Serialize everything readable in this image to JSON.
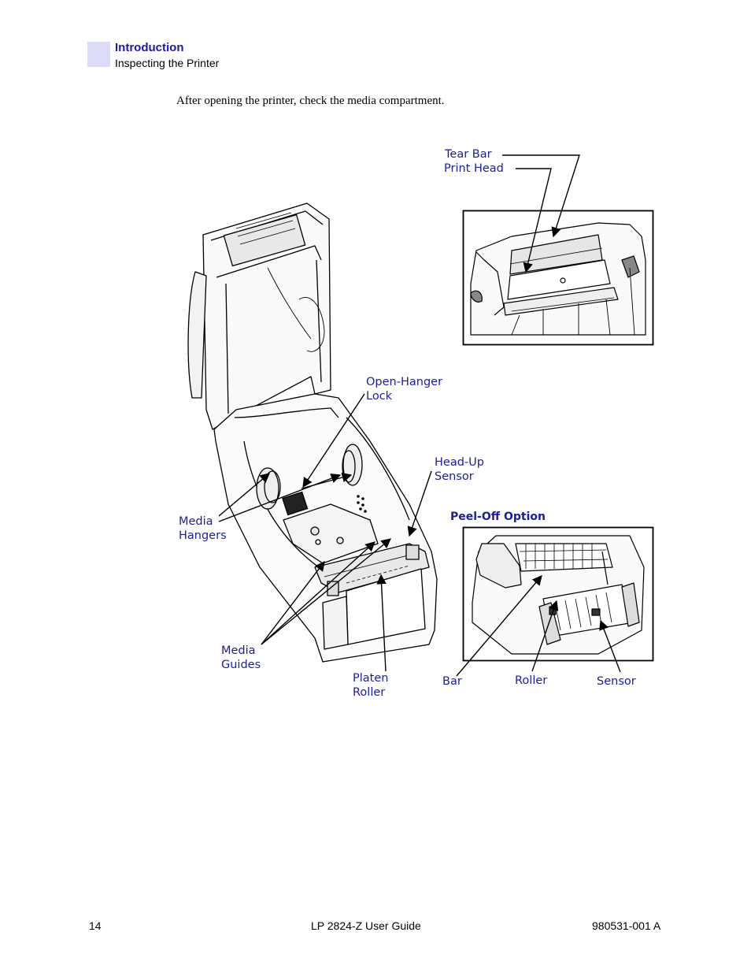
{
  "header": {
    "section": "Introduction",
    "subsection": "Inspecting the Printer",
    "accent": "#1a1aa8",
    "tab_color": "#dcdcf7"
  },
  "body_text": "After opening the printer, check the media compartment.",
  "figure": {
    "labels": {
      "tear_bar": "Tear Bar",
      "print_head": "Print Head",
      "open_hanger_lock": "Open-Hanger\nLock",
      "head_up_sensor": "Head-Up\nSensor",
      "media_hangers": "Media\nHangers",
      "media_guides": "Media\nGuides",
      "platen_roller": "Platen\nRoller",
      "peel_off_option": "Peel-Off Option",
      "bar": "Bar",
      "roller": "Roller",
      "sensor": "Sensor"
    }
  },
  "footer": {
    "page_number": "14",
    "title": "LP 2824-Z User Guide",
    "doc_number": "980531-001 A"
  }
}
